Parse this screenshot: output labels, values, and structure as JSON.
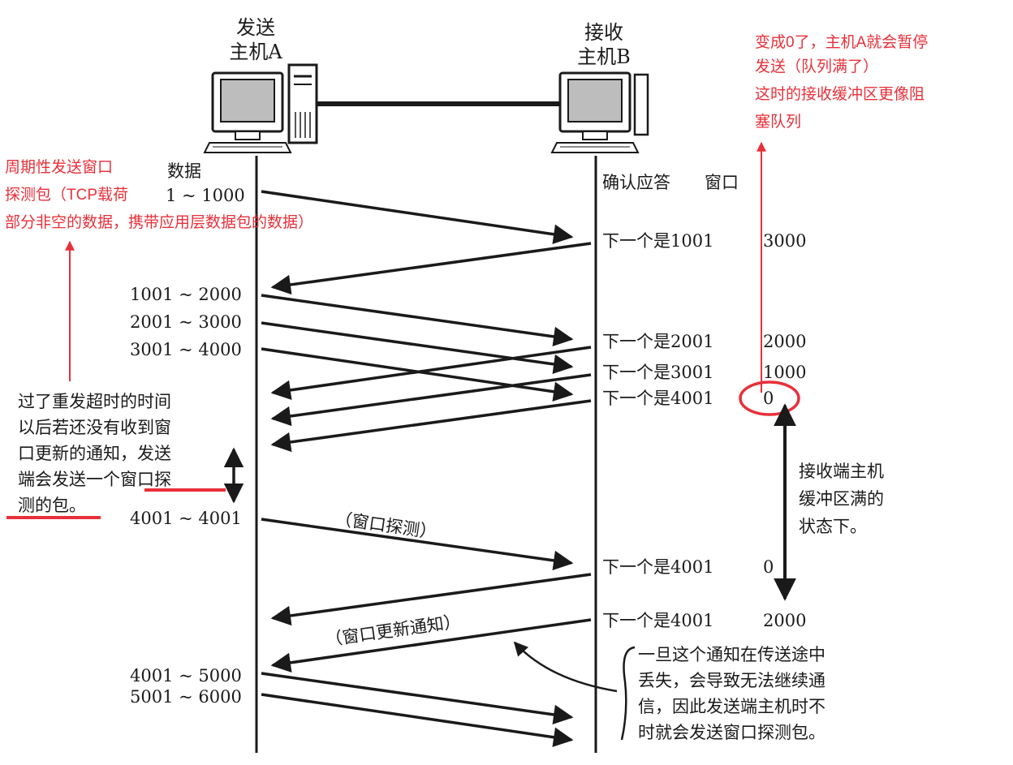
{
  "hosts": {
    "sender": {
      "line1": "发送",
      "line2": "主机A"
    },
    "receiver": {
      "line1": "接收",
      "line2": "主机B"
    }
  },
  "columns": {
    "data": "数据",
    "ack": "确认应答",
    "window": "窗口"
  },
  "segments": [
    "1 ~ 1000",
    "1001 ~ 2000",
    "2001 ~ 3000",
    "3001 ~ 4000",
    "4001 ~ 4001",
    "4001 ~ 5000",
    "5001 ~ 6000"
  ],
  "acks": [
    {
      "next": "下一个是1001",
      "window": "3000"
    },
    {
      "next": "下一个是2001",
      "window": "2000"
    },
    {
      "next": "下一个是3001",
      "window": "1000"
    },
    {
      "next": "下一个是4001",
      "window": "0"
    },
    {
      "next": "下一个是4001",
      "window": "0"
    },
    {
      "next": "下一个是4001",
      "window": "2000"
    }
  ],
  "arrow_labels": {
    "probe": "（窗口探测）",
    "update": "（窗口更新通知）"
  },
  "notes": {
    "timeout": [
      "过了重发超时的时间",
      "以后若还没有收到窗",
      "口更新的通知，发送",
      "端会发送一个窗口探",
      "测的包。"
    ],
    "buffer_full": [
      "接收端主机",
      "缓冲区满的",
      "状态下。"
    ],
    "lost": [
      "一旦这个通知在传送途中",
      "丢失，会导致无法继续通",
      "信，因此发送端主机时不",
      "时就会发送窗口探测包。"
    ]
  },
  "annotations": {
    "top_right": [
      "变成0了，主机A就会暂停",
      "发送（队列满了）",
      "这时的接收缓冲区更像阻",
      "塞队列"
    ],
    "left": [
      "周期性发送窗口",
      "探测包（TCP载荷",
      "部分非空的数据，携带应用层数据包的数据）"
    ]
  },
  "colors": {
    "ink": "#1a1a1a",
    "annotation_red": "#e8303a"
  },
  "icons": [
    "desktop-computer-icon",
    "tower-computer-icon"
  ]
}
